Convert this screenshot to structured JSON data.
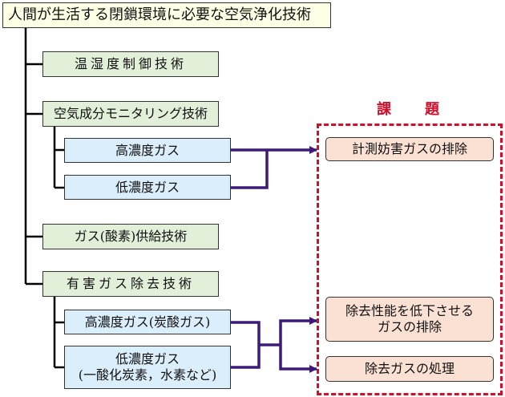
{
  "title": "人間が生活する閉鎖環境に必要な空気浄化技術",
  "techniques": [
    {
      "label": "温湿度制御技術"
    },
    {
      "label": "空気成分モニタリング技術",
      "subs": [
        {
          "label": "高濃度ガス"
        },
        {
          "label": "低濃度ガス"
        }
      ]
    },
    {
      "label": "ガス(酸素)供給技術"
    },
    {
      "label": "有害ガス除去技術",
      "subs": [
        {
          "label": "高濃度ガス(炭酸ガス)"
        },
        {
          "line1": "低濃度ガス",
          "line2": "(一酸化炭素，水素など)"
        }
      ]
    }
  ],
  "issues": {
    "heading": "課　題",
    "items": [
      {
        "label": "計測妨害ガスの排除"
      },
      {
        "line1": "除去性能を低下させる",
        "line2": "ガスの排除"
      },
      {
        "label": "除去ガスの処理"
      }
    ]
  },
  "colors": {
    "tree_line": "#000000",
    "arrow": "#3d1a78",
    "frame": "#d0102b",
    "green_box": "#e2efd9",
    "blue_box": "#dbeefc",
    "peach_box": "#fbe1d3",
    "title_box": "#ffffe5"
  }
}
